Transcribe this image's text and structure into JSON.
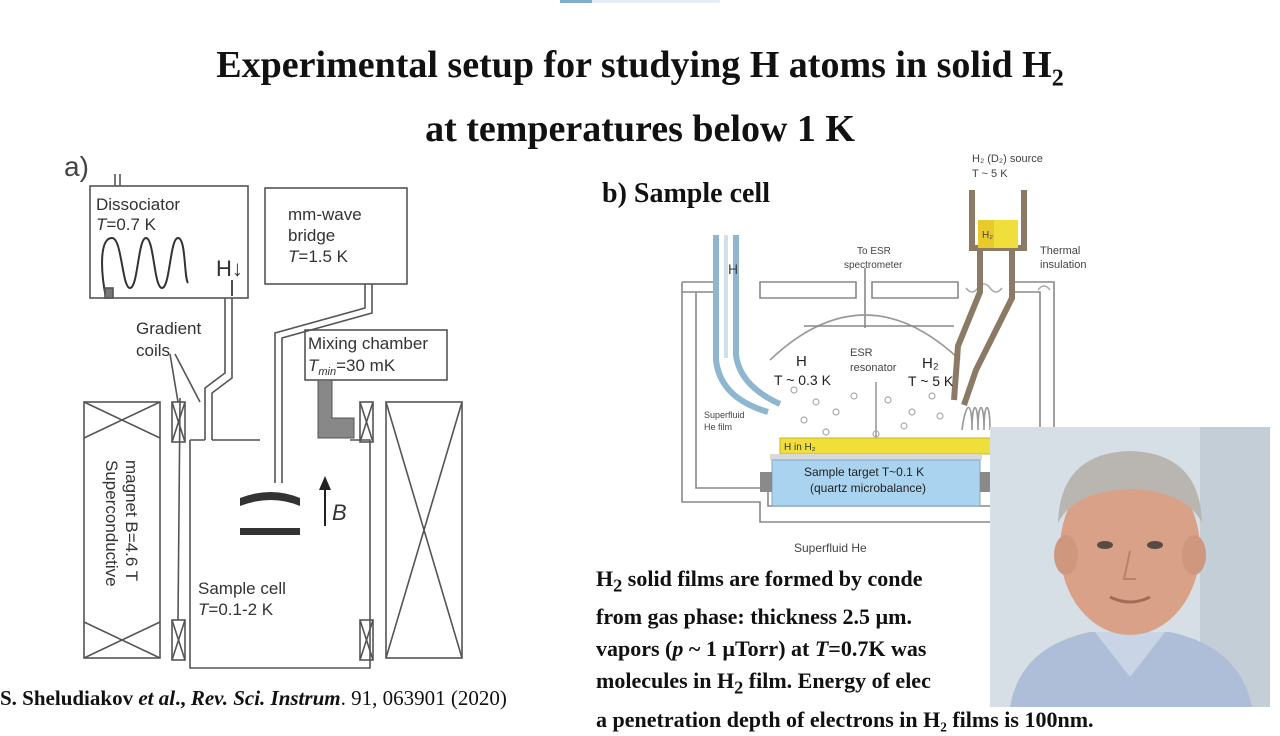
{
  "slide": {
    "title_line1": "Experimental setup for studying H atoms in solid H",
    "title_line1_sub": "2",
    "title_line2": "at temperatures below 1 K"
  },
  "figure_a": {
    "panel_label": "a)",
    "dissociator_label": "Dissociator",
    "dissociator_temp_var": "T",
    "dissociator_temp_value": "=0.7 K",
    "h_down_label": "H↓",
    "mm_wave_line1": "mm-wave",
    "mm_wave_line2": "bridge",
    "mm_wave_temp_var": "T",
    "mm_wave_temp_value": "=1.5 K",
    "gradient_coils_line1": "Gradient",
    "gradient_coils_line2": "coils",
    "mixing_chamber_label": "Mixing chamber",
    "mixing_temp_var": "T",
    "mixing_temp_sub": "min",
    "mixing_temp_value": "=30 mK",
    "magnet_line1": "Superconductive",
    "magnet_line2": "magnet B=4.6 T",
    "field_label": "B",
    "sample_cell_label": "Sample cell",
    "sample_temp_var": "T",
    "sample_temp_value": "=0.1-2 K"
  },
  "figure_b": {
    "panel_label": "b) Sample cell",
    "source_line1": "H₂ (D₂) source",
    "source_line2": "T ~ 5 K",
    "source_inner": "H₂",
    "to_esr_line1": "To ESR",
    "to_esr_line2": "spectrometer",
    "thermal_line1": "Thermal",
    "thermal_line2": "insulation",
    "h_label": "H",
    "h_temp_label": "H",
    "h_temp_value": "T ~ 0.3 K",
    "esr_line1": "ESR",
    "esr_line2": "resonator",
    "h2_temp_label": "H₂",
    "h2_temp_value": "T ~ 5 K",
    "superfluid_film_line1": "Superfluid",
    "superfluid_film_line2": "He film",
    "h_in_h2_label": "H in H₂",
    "target_line1": "Sample target T~0.1 K",
    "target_line2": "(quartz microbalance)",
    "superfluid_he_label": "Superfluid He"
  },
  "description": {
    "line1_prefix": "H",
    "line1_sub": "2",
    "line1_rest": " solid films are formed by conde",
    "line2": "from gas phase: thickness 2.5 µm.",
    "line3_a": "vapors (",
    "line3_p": "p",
    "line3_b": " ~ 1 µTorr) at ",
    "line3_t": "T",
    "line3_c": "=0.7K was",
    "line4_a": "molecules in H",
    "line4_sub": "2",
    "line4_b": " film. Energy of elec",
    "line5": "a penetration depth of electrons in H₂ films is 100nm."
  },
  "citation": {
    "authors": "S. Sheludiakov ",
    "etal": "et al",
    "comma": "., ",
    "journal": "Rev. Sci. Instrum",
    "details": ". 91, 063901 (2020)"
  },
  "colors": {
    "ink": "#111111",
    "diagram_line": "#555555",
    "hydrogen_film": "#f0df3a",
    "target_blue": "#a9d3ee",
    "tube_blue": "#8fb6cf",
    "tube_brown": "#8b7b66"
  }
}
